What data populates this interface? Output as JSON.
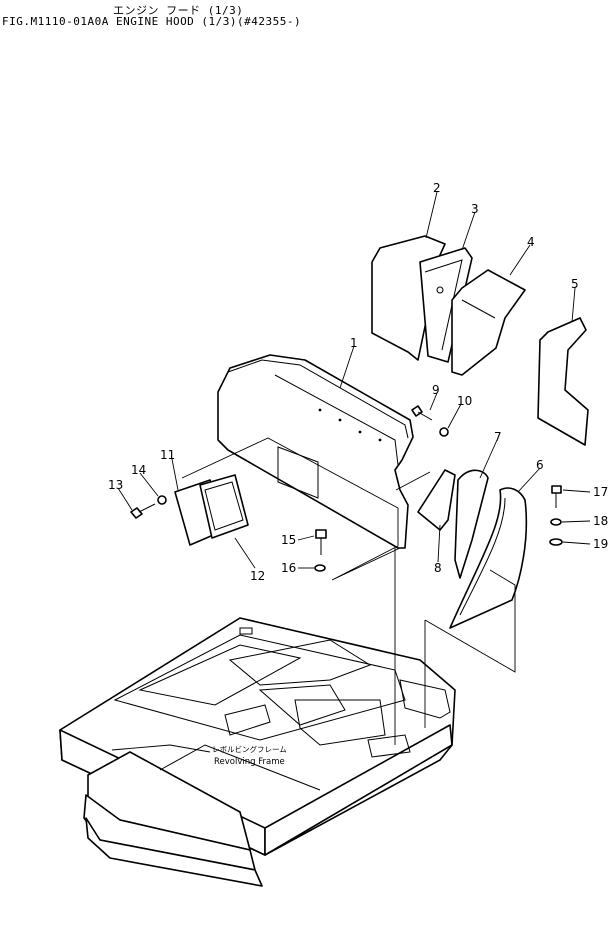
{
  "header": {
    "title_jp": "エンジン フード (1/3)",
    "title_en": "FIG.M1110-01A0A ENGINE HOOD (1/3)(#42355-)"
  },
  "callouts": [
    "1",
    "2",
    "3",
    "4",
    "5",
    "6",
    "7",
    "8",
    "9",
    "10",
    "11",
    "12",
    "13",
    "14",
    "15",
    "16",
    "17",
    "18",
    "19"
  ],
  "frame_label": {
    "jp": "レボルビングフレーム",
    "en": "Revolving Frame"
  }
}
